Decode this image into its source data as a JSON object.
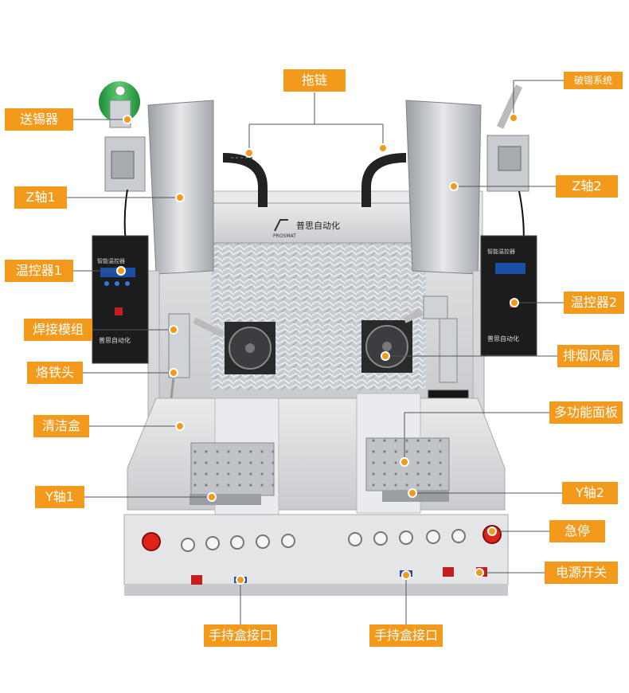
{
  "labels": {
    "tuolian": "拖链",
    "poxi": "破锡系统",
    "songxi": "送锡器",
    "z1": "Z轴1",
    "z2": "Z轴2",
    "wenkong1": "温控器1",
    "wenkong2": "温控器2",
    "hanjie": "焊接模组",
    "paiyan": "排烟风扇",
    "laotie": "烙铁头",
    "qingjie": "清洁盒",
    "duogongneng": "多功能面板",
    "y1": "Y轴1",
    "y2": "Y轴2",
    "jiting": "急停",
    "dianyuan": "电源开关",
    "shouchi1": "手持盒接口",
    "shouchi2": "手持盒接口"
  },
  "machine": {
    "brand_cn": "普思自动化",
    "brand_en": "PROSMAT",
    "controller_title": "智能温控器",
    "controller_brand": "普思自动化"
  },
  "colors": {
    "label_bg": "#f39a1d",
    "estop": "#e0221b",
    "spool": "#2aa84a"
  }
}
